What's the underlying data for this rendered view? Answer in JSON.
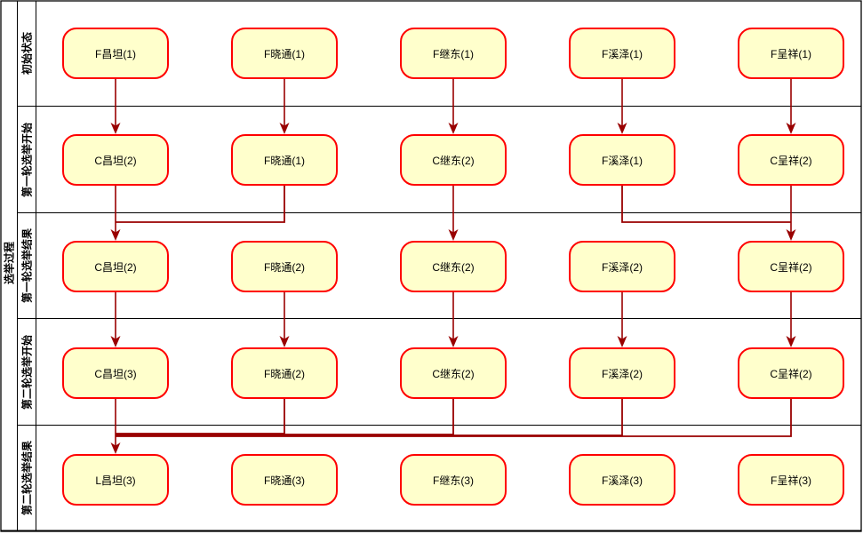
{
  "diagram": {
    "pool_title": "选举过程",
    "lanes": [
      "初始状态",
      "第一轮选举开始",
      "第一轮选举结果",
      "第二轮选举开始",
      "第二轮选举结果"
    ],
    "nodes": [
      [
        "F昌坦(1)",
        "F晓通(1)",
        "F继东(1)",
        "F溪泽(1)",
        "F呈祥(1)"
      ],
      [
        "C昌坦(2)",
        "F晓通(1)",
        "C继东(2)",
        "F溪泽(1)",
        "C呈祥(2)"
      ],
      [
        "C昌坦(2)",
        "F晓通(2)",
        "C继东(2)",
        "F溪泽(2)",
        "C呈祥(2)"
      ],
      [
        "C昌坦(3)",
        "F晓通(2)",
        "C继东(2)",
        "F溪泽(2)",
        "C呈祥(2)"
      ],
      [
        "L昌坦(3)",
        "F晓通(3)",
        "F继东(3)",
        "F溪泽(3)",
        "F呈祥(3)"
      ]
    ],
    "connections": [
      {
        "from": [
          1,
          1
        ],
        "to": [
          2,
          1
        ]
      },
      {
        "from": [
          1,
          2
        ],
        "to": [
          2,
          2
        ]
      },
      {
        "from": [
          1,
          3
        ],
        "to": [
          2,
          3
        ]
      },
      {
        "from": [
          1,
          4
        ],
        "to": [
          2,
          4
        ]
      },
      {
        "from": [
          1,
          5
        ],
        "to": [
          2,
          5
        ]
      },
      {
        "from": [
          2,
          1
        ],
        "to": [
          3,
          1
        ]
      },
      {
        "from": [
          2,
          2
        ],
        "to": [
          3,
          1
        ]
      },
      {
        "from": [
          2,
          3
        ],
        "to": [
          3,
          3
        ]
      },
      {
        "from": [
          2,
          4
        ],
        "to": [
          3,
          5
        ]
      },
      {
        "from": [
          2,
          5
        ],
        "to": [
          3,
          5
        ]
      },
      {
        "from": [
          3,
          1
        ],
        "to": [
          4,
          1
        ]
      },
      {
        "from": [
          3,
          2
        ],
        "to": [
          4,
          2
        ]
      },
      {
        "from": [
          3,
          3
        ],
        "to": [
          4,
          3
        ]
      },
      {
        "from": [
          3,
          4
        ],
        "to": [
          4,
          4
        ]
      },
      {
        "from": [
          3,
          5
        ],
        "to": [
          4,
          5
        ]
      },
      {
        "from": [
          4,
          1
        ],
        "to": [
          5,
          1
        ]
      },
      {
        "from": [
          4,
          2
        ],
        "to": [
          5,
          1
        ]
      },
      {
        "from": [
          4,
          3
        ],
        "to": [
          5,
          1
        ]
      },
      {
        "from": [
          4,
          4
        ],
        "to": [
          5,
          1
        ]
      },
      {
        "from": [
          4,
          5
        ],
        "to": [
          5,
          1
        ]
      }
    ],
    "colors": {
      "node_fill": "#FFFFCC",
      "node_border": "#FF0000",
      "connector": "#990000",
      "lane_border": "#000000",
      "text": "#000000"
    }
  }
}
